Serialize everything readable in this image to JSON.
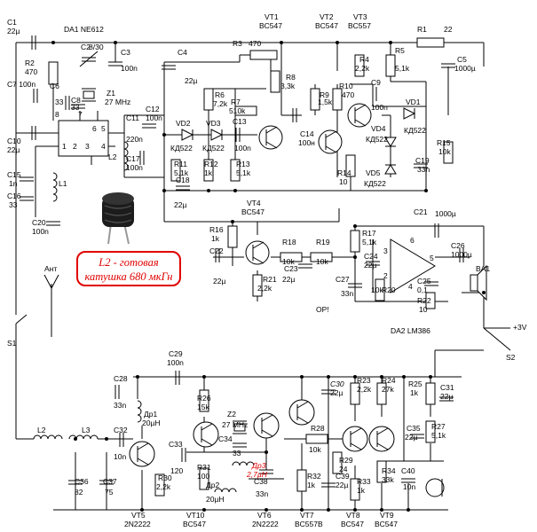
{
  "labels": {
    "C1": "C1",
    "C1v": "22µ",
    "DA1": "DA1  NE612",
    "VT1": "VT1",
    "VT1t": "BC547",
    "VT2": "VT2",
    "VT2t": "BC547",
    "VT3": "VT3",
    "VT3t": "BC557",
    "R1": "R1",
    "R1v": "22",
    "R2": "R2",
    "R2v": "470",
    "C2": "C2",
    "C2v": "8/30",
    "C3": "C3",
    "C3v": "100n",
    "R3": "R3",
    "R3v": "470",
    "C4": "C4",
    "C4v": "22µ",
    "R4": "R4",
    "R4v": "2,2k",
    "R5": "R5",
    "R5v": "5,1k",
    "C5": "C5",
    "C5v": "1000µ",
    "C7": "C7 100n",
    "C6": "C6",
    "C6v": "33",
    "C8": "C8",
    "C8v": "33",
    "Z1": "Z1",
    "Z1v": "27 MHz",
    "R8": "R8",
    "R8v": "3,3k",
    "R6": "R6",
    "R6v": "7,2k",
    "R7": "R7",
    "R7v": "510k",
    "R9": "R9",
    "R9v": "1,5k",
    "R10": "R10",
    "R10v": "470",
    "C9": "C9",
    "C9v": "100n",
    "VD1": "VD1",
    "VD1t": "КД522",
    "C12": "C12",
    "C12v": "100n",
    "C11": "C11",
    "C11v": "220n",
    "VD2": "VD2",
    "VD2t": "КД522",
    "VD3": "VD3",
    "VD3t": "КД522",
    "C13": "C13",
    "C13v": "100n",
    "C14": "C14",
    "C14v": "100н",
    "VD4": "VD4",
    "VD4t": "КД522",
    "C10": "C10",
    "C10v": "22µ",
    "L2": "L2",
    "C17": "C17",
    "C17v": "100n",
    "R15": "R15",
    "R15v": "10k",
    "R14": "R14",
    "R14v": "10",
    "C19": "C19",
    "C19v": "33n",
    "VD5": "VD5",
    "VD5t": "КД522",
    "C15": "C15",
    "C15v": "1n",
    "L1": "L1",
    "C16": "C16",
    "C16v": "33",
    "R11": "R11",
    "R11v": "5,1k",
    "R12": "R12",
    "R12v": "1k",
    "R13": "R13",
    "R13v": "5,1k",
    "C18": "C18",
    "C18v": "22µ",
    "C20": "C20",
    "C20v": "100n",
    "VT4": "VT4",
    "VT4t": "BC547",
    "C21": "C21",
    "C21v": "1000µ",
    "pin6": "6",
    "pin3": "3",
    "pin2": "2",
    "pin5": "5",
    "pin4": "4",
    "R16": "R16",
    "R16v": "1k",
    "R18": "R18",
    "R18v": "10k",
    "R19": "R19",
    "R19v": "10k",
    "R17": "R17",
    "R17v": "5,1k",
    "C26": "C26",
    "C26v": "1000µ",
    "C22": "C22",
    "C22v": "22µ",
    "C24": "C24",
    "C24v": "22µ",
    "C25": "C25",
    "C25v": "0,1",
    "spk": "BA1",
    "Ant": "Ант",
    "R21": "R21",
    "R21v": "2,2k",
    "C23": "C23",
    "C23v": "22µ",
    "C27": "C27",
    "C27v": "33n",
    "R20": "R20",
    "R20v": "10k",
    "R22": "R22",
    "R22v": "10",
    "DA2": "DA2  LM386",
    "S1": "S1",
    "OP": "OP!",
    "plus3": "+3V",
    "S2": "S2",
    "C28": "C28",
    "C28v": "33n",
    "C29": "C29",
    "C29v": "100n",
    "R26": "R26",
    "R26v": "15k",
    "C30": "C30",
    "C30v": "22µ",
    "R23": "R23",
    "R23v": "2,2k",
    "R24": "R24",
    "R24v": "27k",
    "R25": "R25",
    "R25v": "1k",
    "C31": "C31",
    "C31v": "22µ",
    "Dr1": "Др1",
    "Dr1v": "20µH",
    "Z2": "Z2",
    "Z2v": "27 MHz",
    "C34": "C34",
    "R27": "R27",
    "R27v": "5,1k",
    "C35": "C35",
    "C35v": "22µ",
    "C32": "C32",
    "C32v": "10n",
    "C33": "C33",
    "C33v": "120",
    "R28": "R28",
    "R28v": "10k",
    "L2b": "L2",
    "L3": "L3",
    "v33": "33",
    "Dr3": "Др3",
    "Dr3v": "2,7µH",
    "R31": "R31",
    "R31v": "100",
    "R29": "R29",
    "R29v": "24",
    "R34": "R34",
    "R34v": "33k",
    "C40": "C40",
    "C40v": "10n",
    "Dr2": "Др2",
    "Dr2v": "20µH",
    "C38": "C38",
    "C38v": "33n",
    "R32": "R32",
    "R32v": "1k",
    "C39": "C39",
    "C39v": "22µ",
    "R33": "R33",
    "R33v": "1k",
    "C36": "C36",
    "C36v": "82",
    "C37": "C37",
    "C37v": "75",
    "R30": "R30",
    "R30v": "2,2k",
    "VT5": "VT5",
    "VT5t": "2N2222",
    "VT10": "VT10",
    "VT10t": "BC547",
    "VT6": "VT6",
    "VT6t": "2N2222",
    "VT7": "VT7",
    "VT7t": "BC557B",
    "VT8": "VT8",
    "VT8t": "BC547",
    "VT9": "VT9",
    "VT9t": "BC547",
    "ic_p8": "8",
    "ic_p7": "7",
    "ic_p6": "6",
    "ic_p5": "5",
    "ic_p1": "1",
    "ic_p2": "2",
    "ic_p3": "3",
    "ic_p4": "4"
  },
  "note": {
    "line1": "L2 - готовая",
    "line2": "катушка 680 мкГн"
  }
}
